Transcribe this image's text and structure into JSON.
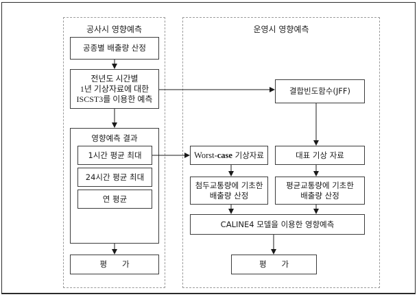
{
  "panels": {
    "construction": {
      "title": "공사시 영향예측",
      "emission_box": "공종별 배출량 산정",
      "prediction_box": "전년도 시간별\n1년 기상자료에 대한\nISCST3를 이용한 예측",
      "results_group": {
        "title": "영향예측 결과",
        "items": [
          "1시간 평균 최대",
          "24시간 평균 최대",
          "연 평균"
        ]
      },
      "evaluation_box": "평      가"
    },
    "operation": {
      "title": "운영시 영향예측",
      "jff_box": "결합빈도함수(JFF)",
      "worst_case_box": {
        "latin": "Worst-",
        "bold": "case",
        "korean": " 기상자료"
      },
      "representative_box": "대표 기상 자료",
      "peak_emission_box": "첨두교통량에 기초한\n배출량 산정",
      "avg_emission_box": "평균교통량에 기초한\n배출량 산정",
      "caline_box": "CALINE4 모델을 이용한 영향예측",
      "evaluation_box": "평      가"
    }
  },
  "connections": [
    {
      "from": "공종별 배출량 산정",
      "to": "전년도 시간별 예측"
    },
    {
      "from": "전년도 시간별 예측",
      "to": "영향예측 결과"
    },
    {
      "from": "전년도 시간별 예측",
      "to": "결합빈도함수(JFF)"
    },
    {
      "from": "영향예측 결과",
      "to": "평가"
    },
    {
      "from": "1시간 평균 최대",
      "to": "Worst-case 기상자료"
    },
    {
      "from": "결합빈도함수(JFF)",
      "to": "대표 기상 자료"
    },
    {
      "from": "Worst-case 기상자료",
      "to": "첨두교통량에 기초한 배출량 산정"
    },
    {
      "from": "대표 기상 자료",
      "to": "평균교통량에 기초한 배출량 산정"
    },
    {
      "from": "첨두교통량에 기초한 배출량 산정",
      "to": "CALINE4 모델을 이용한 영향예측"
    },
    {
      "from": "평균교통량에 기초한 배출량 산정",
      "to": "CALINE4 모델을 이용한 영향예측"
    },
    {
      "from": "CALINE4 모델을 이용한 영향예측",
      "to": "평가"
    }
  ]
}
